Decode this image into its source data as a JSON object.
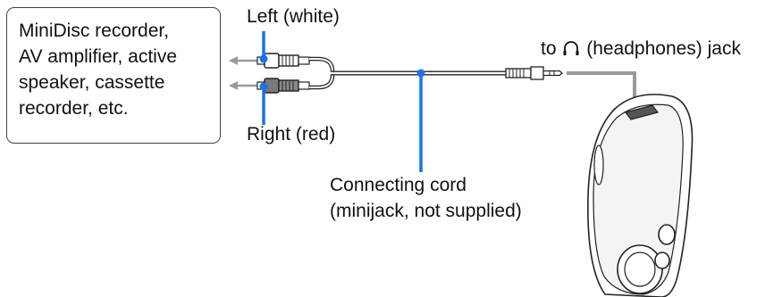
{
  "source_device": {
    "lines": [
      "MiniDisc recorder,",
      "AV amplifier, active",
      "speaker, cassette",
      "recorder, etc."
    ]
  },
  "labels": {
    "left_plug": "Left (white)",
    "right_plug": "Right (red)",
    "cord_line1": "Connecting cord",
    "cord_line2": "(minijack, not supplied)",
    "jack_prefix": "to",
    "jack_suffix": "(headphones) jack"
  },
  "icons": [
    "headphones-icon",
    "arrow-left-icon",
    "rca-plug-icon",
    "minijack-plug-icon",
    "player-device-icon"
  ],
  "colors": {
    "callout": "#1a73e8",
    "arrow_gray": "#9a9a9a",
    "outline": "#222222"
  }
}
